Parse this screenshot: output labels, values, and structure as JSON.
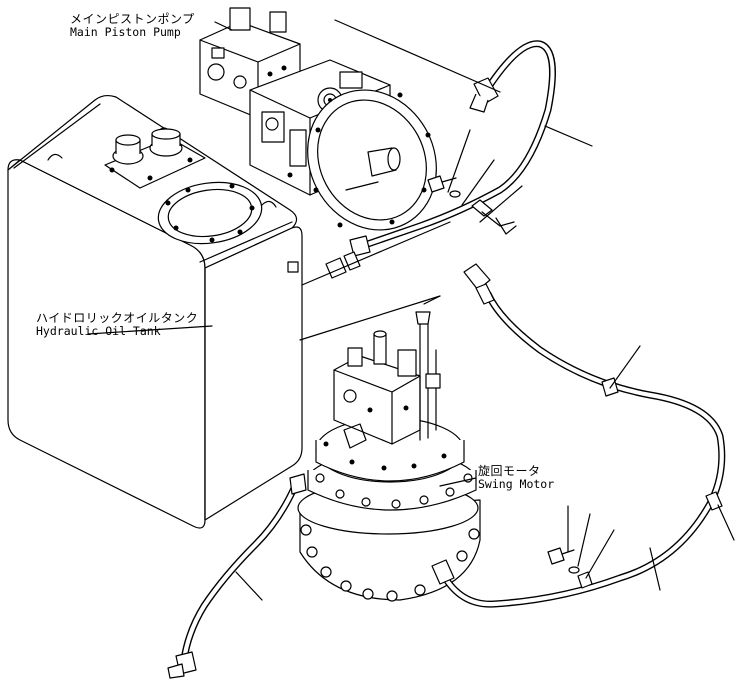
{
  "labels": {
    "main_pump": {
      "jp": "メインピストンポンプ",
      "en": "Main Piston Pump"
    },
    "hydraulic_tank": {
      "jp": "ハイドロリックオイルタンク",
      "en": "Hydraulic Oil Tank"
    },
    "swing_motor": {
      "jp": "旋回モータ",
      "en": "Swing Motor"
    }
  },
  "colors": {
    "line": "#000000",
    "background": "#ffffff"
  }
}
